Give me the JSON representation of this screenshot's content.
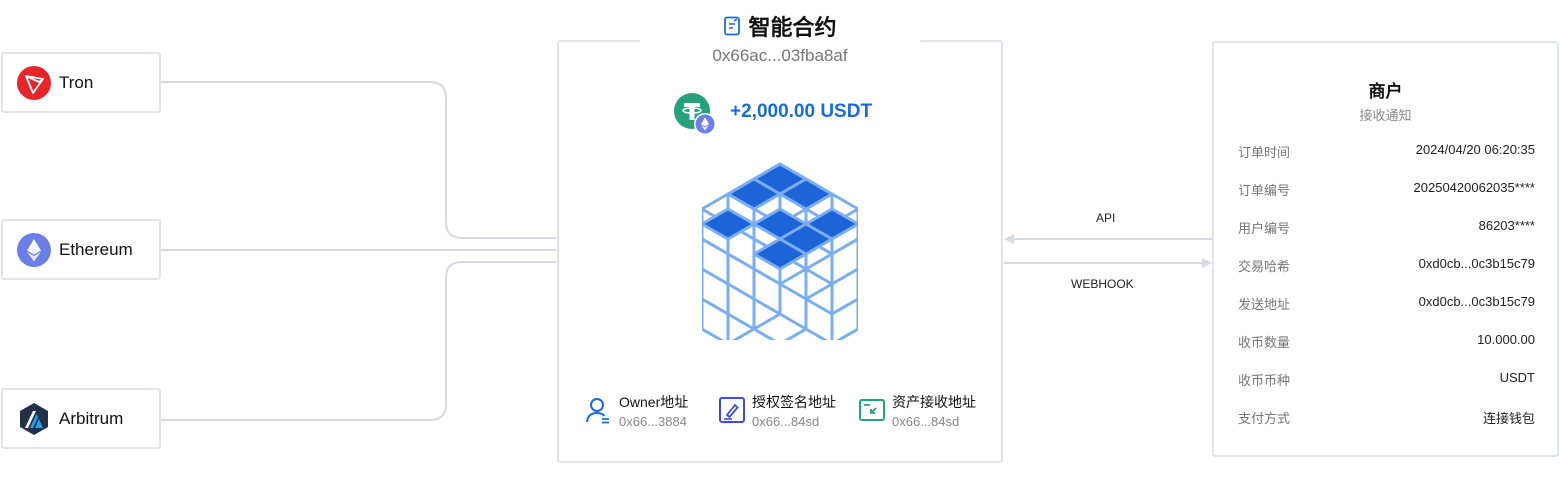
{
  "chains": [
    {
      "name": "Tron",
      "icon": "tron-icon",
      "color": "#e5262c"
    },
    {
      "name": "Ethereum",
      "icon": "ethereum-icon",
      "color": "#6b7fe6"
    },
    {
      "name": "Arbitrum",
      "icon": "arbitrum-icon",
      "color": "#213147"
    }
  ],
  "contract": {
    "title": "智能合约",
    "address": "0x66ac...03fba8af",
    "amount": "+2,000.00 USDT",
    "token_icon": "usdt-icon",
    "network_badge_icon": "ethereum-icon",
    "center_icon": "cube-grid-icon",
    "addresses": [
      {
        "label": "Owner地址",
        "value": "0x66...3884",
        "icon": "user-icon"
      },
      {
        "label": "授权签名地址",
        "value": "0x66...84sd",
        "icon": "signature-icon"
      },
      {
        "label": "资产接收地址",
        "value": "0x66...84sd",
        "icon": "receive-icon"
      }
    ]
  },
  "arrows": {
    "api": "API",
    "webhook": "WEBHOOK"
  },
  "merchant": {
    "title": "商户",
    "subtitle": "接收通知",
    "rows": [
      {
        "label": "订单时间",
        "value": "2024/04/20 06:20:35"
      },
      {
        "label": "订单编号",
        "value": "20250420062035****"
      },
      {
        "label": "用户编号",
        "value": "86203****"
      },
      {
        "label": "交易哈希",
        "value": "0xd0cb...0c3b15c79"
      },
      {
        "label": "发送地址",
        "value": "0xd0cb...0c3b15c79"
      },
      {
        "label": "收币数量",
        "value": "10.000.00"
      },
      {
        "label": "收币币种",
        "value": "USDT"
      },
      {
        "label": "支付方式",
        "value": "连接钱包"
      }
    ]
  },
  "colors": {
    "accent": "#1a6bd8",
    "border": "#e0e4ea",
    "cube_light": "#7aaef0",
    "cube_dark": "#1c64d8",
    "usdt": "#26a17b"
  }
}
